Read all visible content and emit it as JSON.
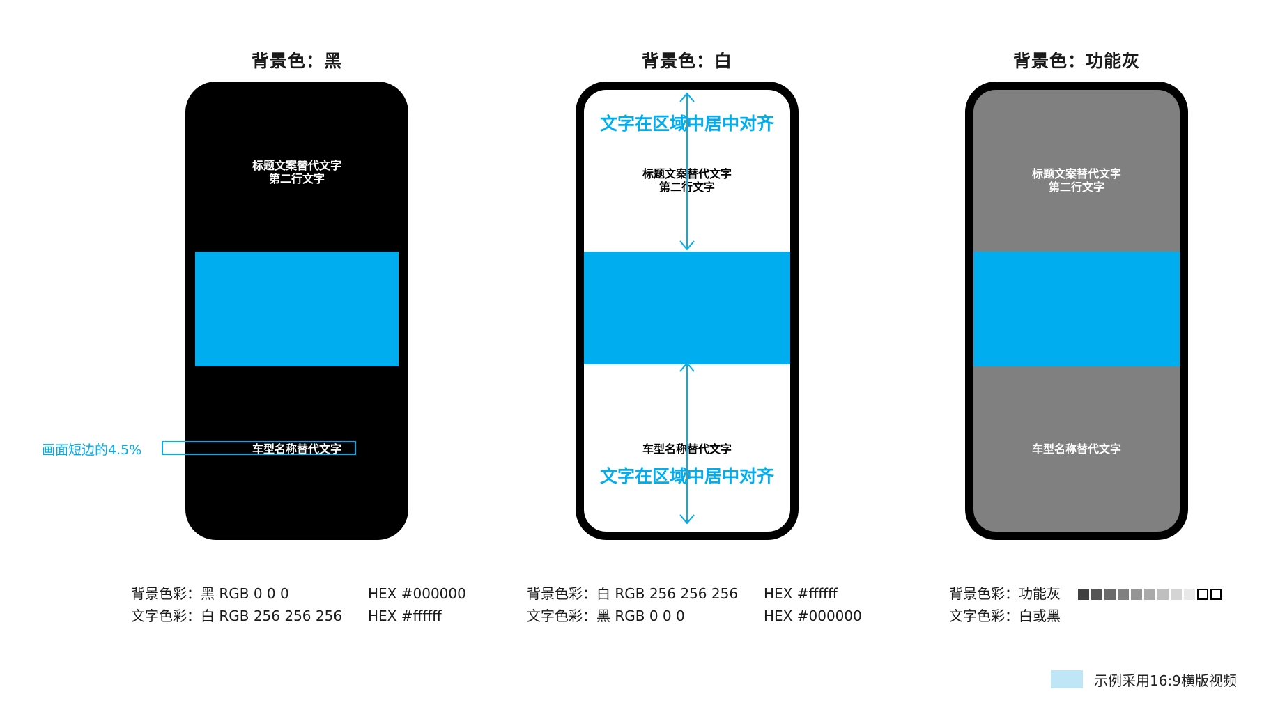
{
  "panels": [
    {
      "title": "背景色：黑",
      "phone_title_line1": "标题文案替代文字",
      "phone_title_line2": "第二行文字",
      "model_text": "车型名称替代文字",
      "spec_bg_label": "背景色彩：",
      "spec_bg_value": "黑 RGB 0 0 0",
      "spec_bg_hex": "HEX #000000",
      "spec_text_label": "文字色彩：",
      "spec_text_value": "白 RGB 256 256 256",
      "spec_text_hex": "HEX #ffffff",
      "bg_color": "#000000",
      "text_color": "#ffffff"
    },
    {
      "title": "背景色：白",
      "phone_title_line1": "标题文案替代文字",
      "phone_title_line2": "第二行文字",
      "model_text": "车型名称替代文字",
      "align_note_top": "文字在区域中居中对齐",
      "align_note_bottom": "文字在区域中居中对齐",
      "spec_bg_label": "背景色彩：",
      "spec_bg_value": "白 RGB 256 256 256",
      "spec_bg_hex": "HEX #ffffff",
      "spec_text_label": "文字色彩：",
      "spec_text_value": "黑 RGB 0 0 0",
      "spec_text_hex": "HEX #000000",
      "bg_color": "#ffffff",
      "text_color": "#000000"
    },
    {
      "title": "背景色：功能灰",
      "phone_title_line1": "标题文案替代文字",
      "phone_title_line2": "第二行文字",
      "model_text": "车型名称替代文字",
      "spec_bg_label": "背景色彩：",
      "spec_bg_value": "功能灰",
      "spec_text_label": "文字色彩：",
      "spec_text_value": "白或黑",
      "bg_color": "#808080",
      "text_color": "#ffffff",
      "gray_swatches": [
        "#404040",
        "#555555",
        "#6a6a6a",
        "#808080",
        "#959595",
        "#aaaaaa",
        "#bfbfbf",
        "#d4d4d4",
        "#e8e8e8",
        "#ffffff",
        "#ffffff"
      ]
    }
  ],
  "annotation": {
    "label": "画面短边的4.5%",
    "color": "#00aeef"
  },
  "legend": {
    "label": "示例采用16:9横版视频",
    "swatch_color": "#bfe6f7"
  },
  "accent_color": "#00aeef"
}
